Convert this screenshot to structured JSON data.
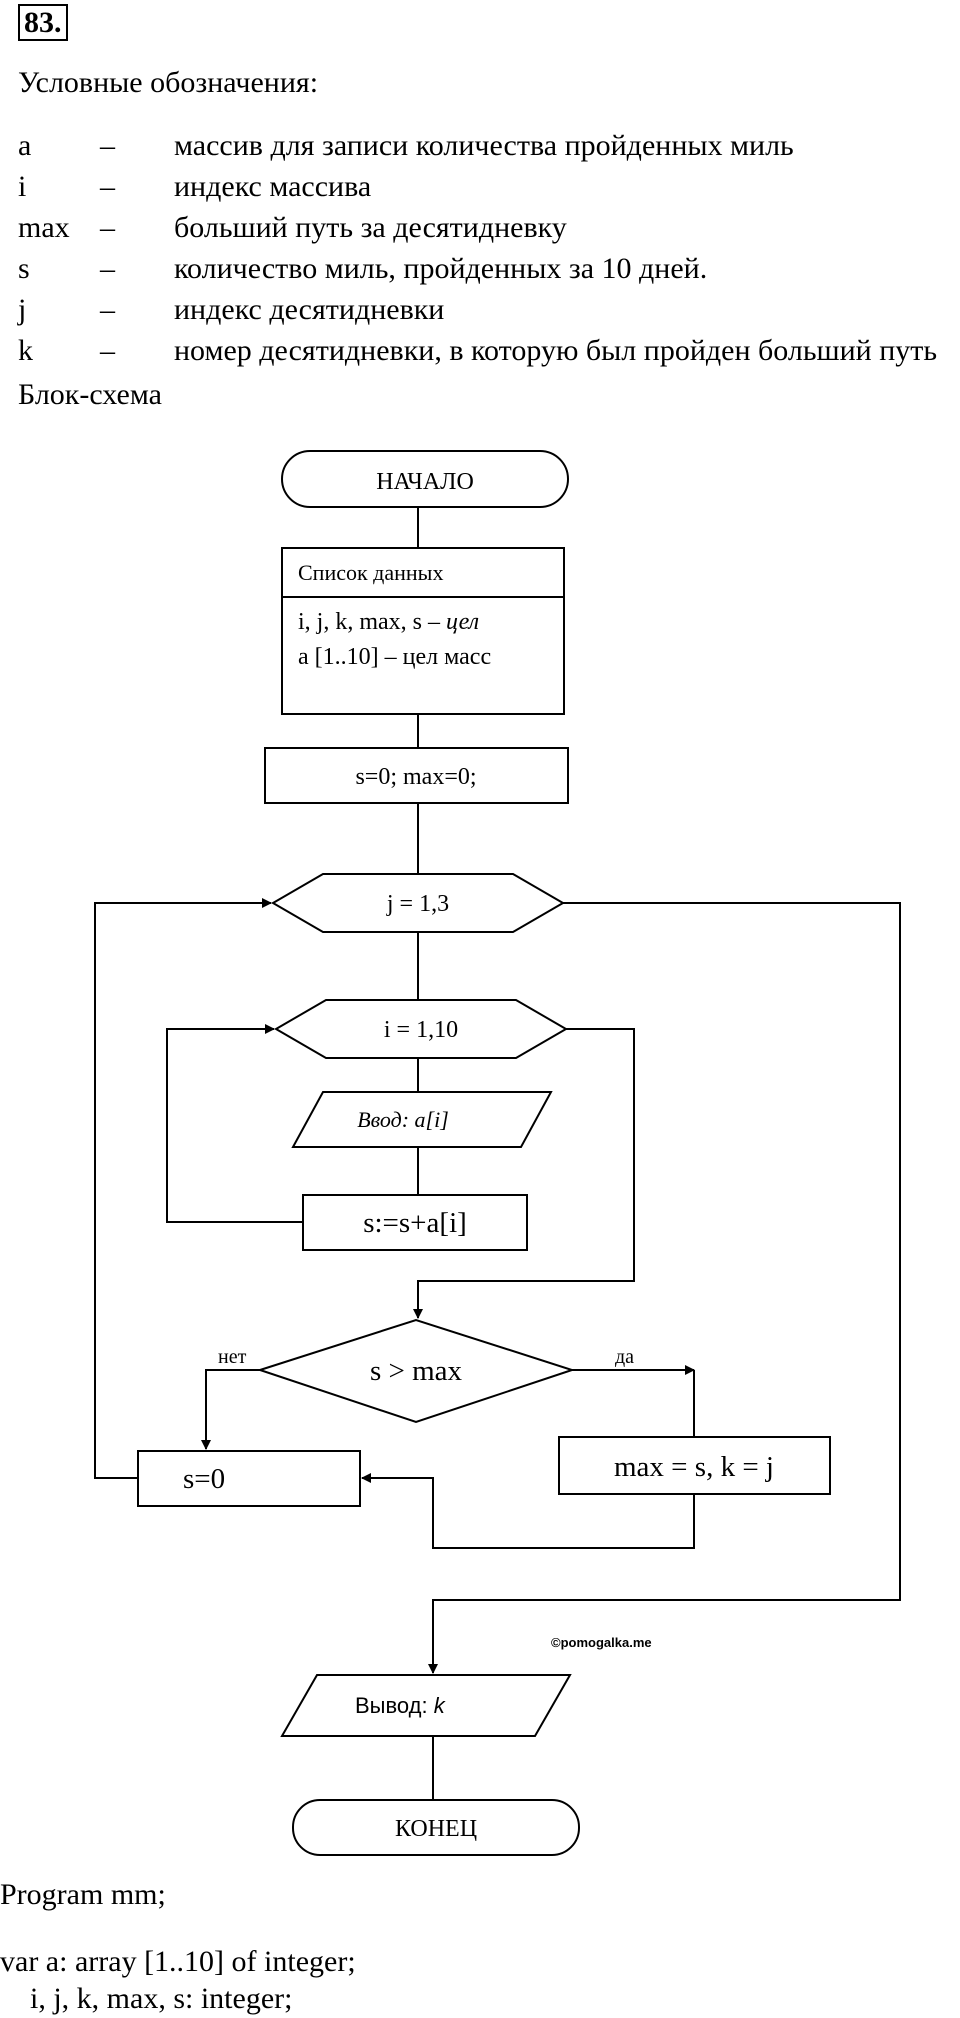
{
  "problem_number": "83.",
  "legend": {
    "title": "Условные обозначения:",
    "items": [
      {
        "symbol": "a",
        "dash": "–",
        "desc": "массив для записи количества пройденных миль"
      },
      {
        "symbol": "i",
        "dash": "–",
        "desc": "индекс массива"
      },
      {
        "symbol": "max",
        "dash": "–",
        "desc": "больший путь за десятидневку"
      },
      {
        "symbol": "s",
        "dash": "–",
        "desc": "количество миль, пройденных за 10 дней."
      },
      {
        "symbol": "j",
        "dash": "–",
        "desc": "индекс десятидневки"
      },
      {
        "symbol": "k",
        "dash": "–",
        "desc": "номер десятидневки, в которую был пройден больший путь"
      }
    ]
  },
  "scheme_title": "Блок-схема",
  "flow": {
    "start": "НАЧАЛО",
    "data_header": "Список данных",
    "data_line1_plain": "i, j, k, max, s – ",
    "data_line1_italic": "цел",
    "data_line2": "a [1..10]  – цел масс",
    "init": "s=0; max=0;",
    "loop_j": "j = 1,3",
    "loop_i": "i = 1,10",
    "input": "Ввод: a[i]",
    "sum": "s:=s+a[i]",
    "condition": "s > max",
    "no_label": "нет",
    "yes_label": "да",
    "assign": "max = s, k = j",
    "reset": "s=0",
    "output_plain": "Вывод: ",
    "output_italic": "k",
    "end": "КОНЕЦ",
    "watermark": "©pomogalka.me"
  },
  "code": [
    "Program mm;",
    "var a: array [1..10] of integer;",
    "    i, j, k, max, s: integer;"
  ]
}
